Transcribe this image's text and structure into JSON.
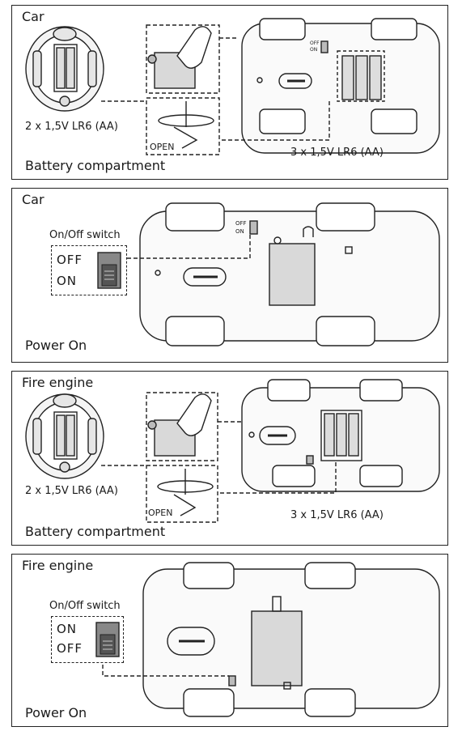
{
  "panels": [
    {
      "title": "Car",
      "footer": "Battery compartment",
      "remote_batteries": "2 x 1,5V LR6 (AA)",
      "car_batteries": "3 x 1,5V LR6 (AA)",
      "open_label": "OPEN",
      "switch_off": "OFF",
      "switch_on": "ON"
    },
    {
      "title": "Car",
      "footer": "Power On",
      "switch_caption": "On/Off switch",
      "switch_off": "OFF",
      "switch_on": "ON"
    },
    {
      "title": "Fire engine",
      "footer": "Battery compartment",
      "remote_batteries": "2 x 1,5V LR6 (AA)",
      "car_batteries": "3 x 1,5V LR6 (AA)",
      "open_label": "OPEN"
    },
    {
      "title": "Fire engine",
      "footer": "Power On",
      "switch_caption": "On/Off switch",
      "switch_on": "ON",
      "switch_off": "OFF"
    }
  ]
}
